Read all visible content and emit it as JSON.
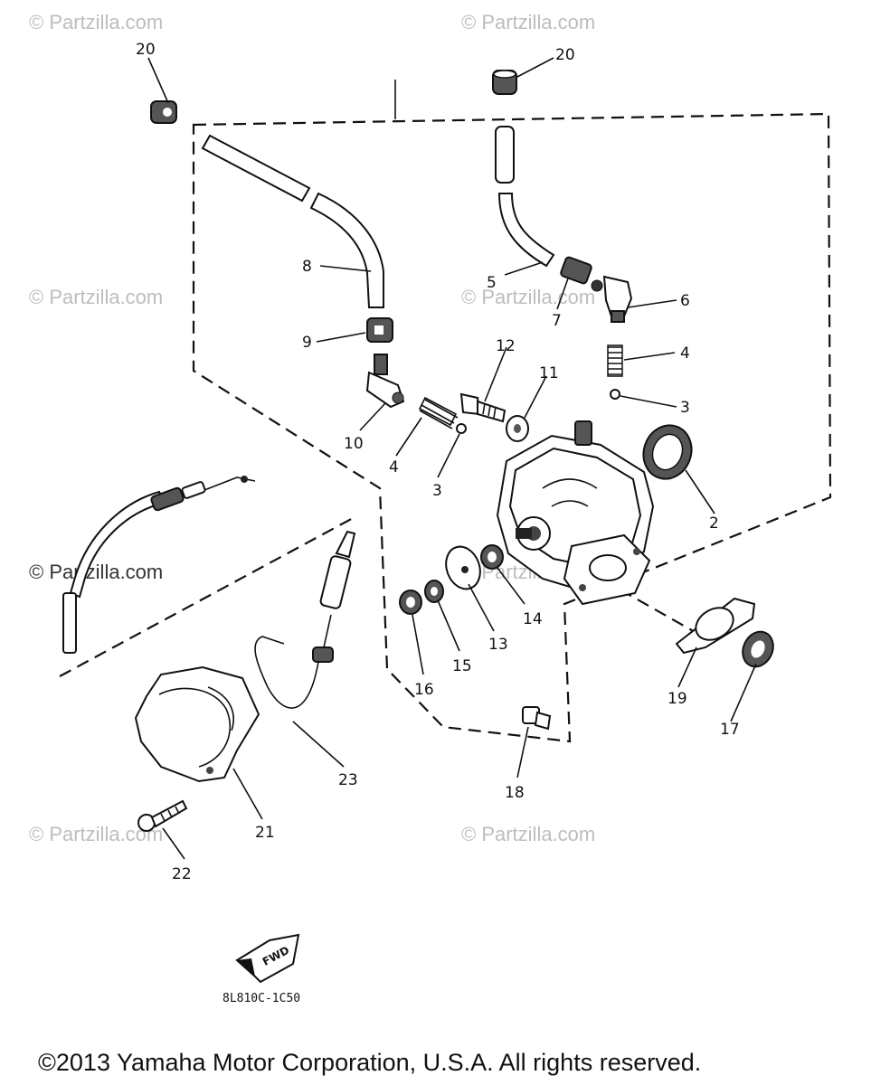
{
  "watermarks": [
    "© Partzilla.com"
  ],
  "callouts": {
    "n2": "2",
    "n3a": "3",
    "n3b": "3",
    "n4a": "4",
    "n4b": "4",
    "n5": "5",
    "n6": "6",
    "n7": "7",
    "n8": "8",
    "n9": "9",
    "n10": "10",
    "n11": "11",
    "n12": "12",
    "n13": "13",
    "n14": "14",
    "n15": "15",
    "n16": "16",
    "n17": "17",
    "n18": "18",
    "n19": "19",
    "n20a": "20",
    "n20b": "20",
    "n21": "21",
    "n22": "22",
    "n23": "23"
  },
  "fwd_label": "FWD",
  "diagram_code": "8L810C-1C50",
  "copyright": "©2013 Yamaha Motor Corporation, U.S.A. All rights reserved."
}
